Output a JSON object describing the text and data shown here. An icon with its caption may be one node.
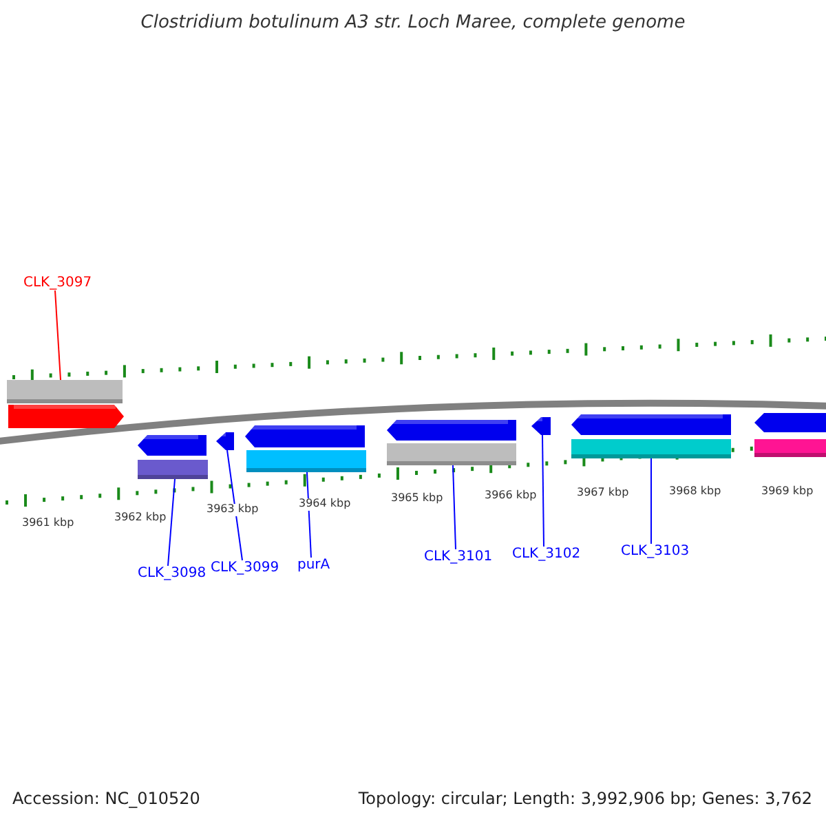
{
  "diagram": {
    "title": "Clostridium botulinum A3 str. Loch Maree, complete genome",
    "nodes": [
      {
        "text": [
          "CLK_3097"
        ]
      },
      {
        "text": [],
        "shape": "bar"
      },
      {
        "text": [
          "CLK_3098"
        ]
      },
      {
        "text": [],
        "shape": "bar"
      },
      {
        "text": [
          "CLK_3099"
        ]
      },
      {
        "text": [],
        "shape": "bar"
      },
      {
        "text": [
          "purA"
        ]
      },
      {
        "text": [],
        "shape": "bar"
      },
      {
        "text": [
          "CLK_3101"
        ]
      },
      {
        "text": [],
        "shape": "bar"
      },
      {
        "text": [
          "CLK_3102"
        ]
      },
      {
        "text": [],
        "shape": "bar"
      },
      {
        "text": [
          "CLK_3103"
        ]
      },
      {
        "text": [],
        "shape": "bar"
      }
    ],
    "edges": [
      {
        "from": 0,
        "to": 1,
        "arrow": "none",
        "color": "#ff0000"
      },
      {
        "from": 2,
        "to": 3,
        "arrow": "none"
      },
      {
        "from": 4,
        "to": 5,
        "arrow": "none"
      },
      {
        "from": 6,
        "to": 7,
        "arrow": "none"
      },
      {
        "from": 8,
        "to": 9,
        "arrow": "none"
      },
      {
        "from": 10,
        "to": 11,
        "arrow": "none"
      },
      {
        "from": 12,
        "to": 13,
        "arrow": "none"
      }
    ],
    "labels": [
      "3961 kbp",
      "3962 kbp",
      "3963 kbp",
      "3964 kbp",
      "3965 kbp",
      "3966 kbp",
      "3967 kbp",
      "3968 kbp",
      "3969 kbp",
      "Accession: NC_010520",
      "Topology: circular; Length: 3,992,906 bp; Genes: 3,762"
    ]
  }
}
